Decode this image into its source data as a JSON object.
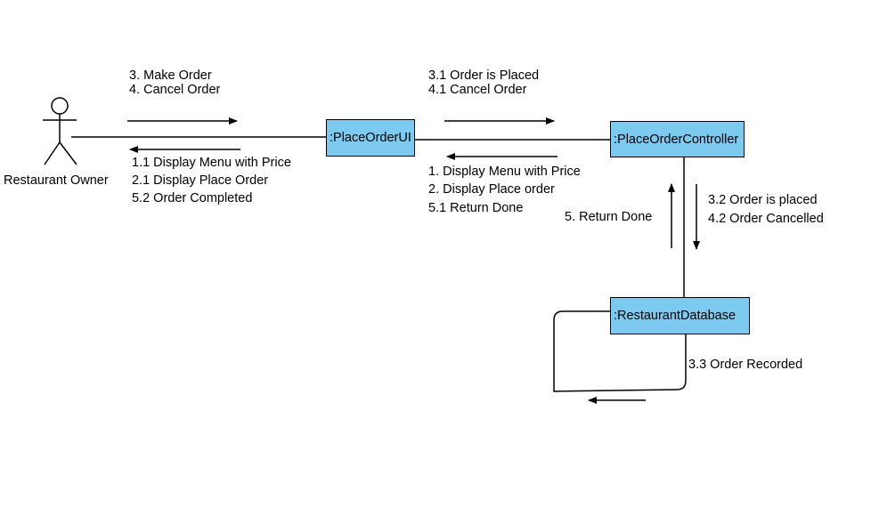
{
  "colors": {
    "object_fill": "#7dcaf0",
    "stroke": "#000000",
    "background": "#ffffff"
  },
  "actor": {
    "name": "Restaurant Owner"
  },
  "objects": {
    "ui": ":PlaceOrderUI",
    "controller": ":PlaceOrderController",
    "database": ":RestaurantDatabase"
  },
  "messages": {
    "actor_to_ui": [
      "3. Make Order",
      "4. Cancel Order"
    ],
    "ui_to_actor": [
      "1.1 Display Menu with Price",
      "2.1 Display Place Order",
      "5.2 Order Completed"
    ],
    "ui_to_controller": [
      "3.1 Order is Placed",
      "4.1 Cancel Order"
    ],
    "controller_to_ui": [
      "1. Display Menu with Price",
      "2. Display Place order",
      "5.1 Return Done"
    ],
    "database_to_controller": [
      "5. Return Done"
    ],
    "controller_to_database": [
      "3.2 Order is placed",
      "4.2 Order Cancelled"
    ],
    "database_self": [
      "3.3 Order Recorded"
    ]
  }
}
